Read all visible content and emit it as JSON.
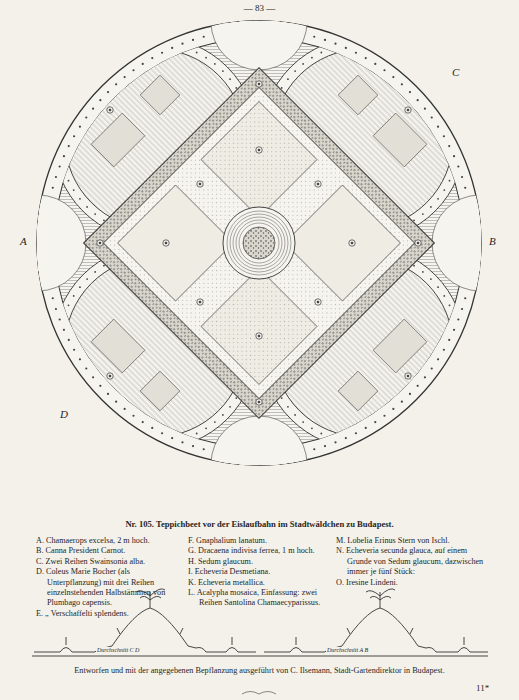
{
  "diagram": {
    "title": "Nr. 105. Teppichbeet vor der Eislaufbahn im Stadtwäldchen zu Budapest.",
    "caption": "Entworfen und mit der angegebenen Bepflanzung ausgeführt von C. Ilsemann, Stadt-Gartendirektor in Budapest.",
    "labels": [
      "— 83 —",
      "A",
      "B",
      "C",
      "D",
      "A. Chamaerops excelsa, 2 m hoch.",
      "B. Canna President Carnot.",
      "C. Zwei Reihen Swainsonia alba.",
      "D. Coleus Marie Bocher (als Unterpflanzung) mit drei Reihen einzelnstehenden Halbstämmen von Plumbago capensis.",
      "E. „ Verschaffelti splendens.",
      "F. Gnaphalium lanatum.",
      "G. Dracaena indivisa ferrea, 1 m hoch.",
      "H. Sedum glaucum.",
      "I. Echeveria Desmetiana.",
      "K. Echeveria metallica.",
      "L. Acalypha mosaica, Einfassung: zwei Reihen Santolina Chamaecyparissus.",
      "M. Lobelia Erinus Stern von Ischl.",
      "N. Echeveria secunda glauca, auf einem Grunde von Sedum glaucum, dazwischen immer je fünf Stück:",
      "O. Iresine Lindeni.",
      "Durchschnitt C D",
      "Durchschnitt A B",
      "11*"
    ]
  }
}
